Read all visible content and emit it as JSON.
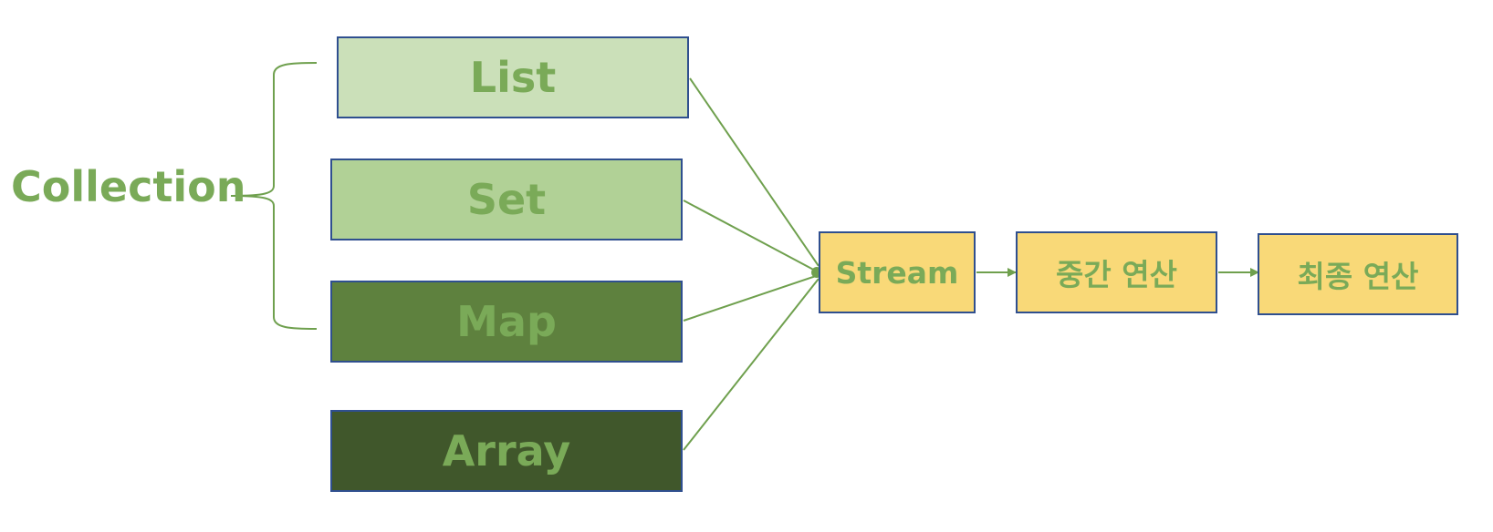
{
  "colors": {
    "green_text": "#7aaa58",
    "line": "#6fa04e",
    "border": "#2f4f8f",
    "list_fill": "#cbe0b9",
    "set_fill": "#b1d196",
    "map_fill": "#5e813e",
    "array_fill": "#40572b",
    "flow_fill": "#f9d978"
  },
  "collection_label": "Collection",
  "sources": [
    {
      "id": "list",
      "label": "List"
    },
    {
      "id": "set",
      "label": "Set"
    },
    {
      "id": "map",
      "label": "Map"
    },
    {
      "id": "array",
      "label": "Array"
    }
  ],
  "pipeline": [
    {
      "id": "stream",
      "label": "Stream"
    },
    {
      "id": "intermediate",
      "label": "중간 연산"
    },
    {
      "id": "terminal",
      "label": "최종 연산"
    }
  ]
}
